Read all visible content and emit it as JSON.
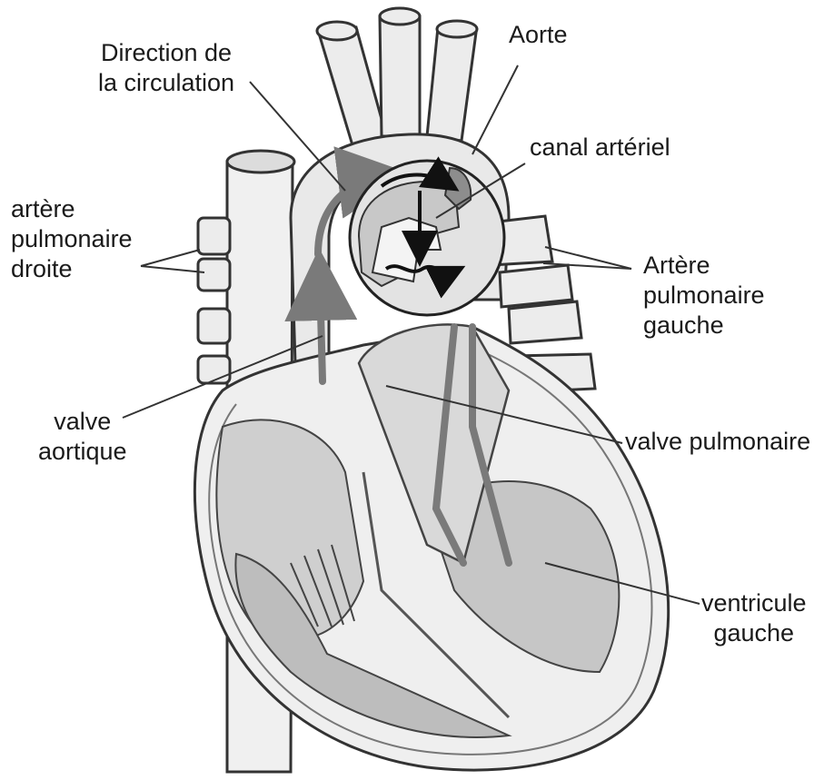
{
  "labels": {
    "direction": [
      "Direction de",
      "la circulation"
    ],
    "aorte": "Aorte",
    "canal": "canal artériel",
    "apd": [
      "artère",
      "pulmonaire",
      "droite"
    ],
    "apg": [
      "Artère",
      "pulmonaire",
      "gauche"
    ],
    "valve_aortique": [
      "valve",
      "aortique"
    ],
    "valve_pulmonaire": "valve pulmonaire",
    "ventricule": [
      "ventricule",
      "gauche"
    ]
  },
  "colors": {
    "outline": "#333333",
    "tissue_light": "#e8e8e8",
    "tissue_mid": "#c9c9c9",
    "tissue_dark": "#8a8a8a",
    "arrow_dark": "#111111"
  }
}
